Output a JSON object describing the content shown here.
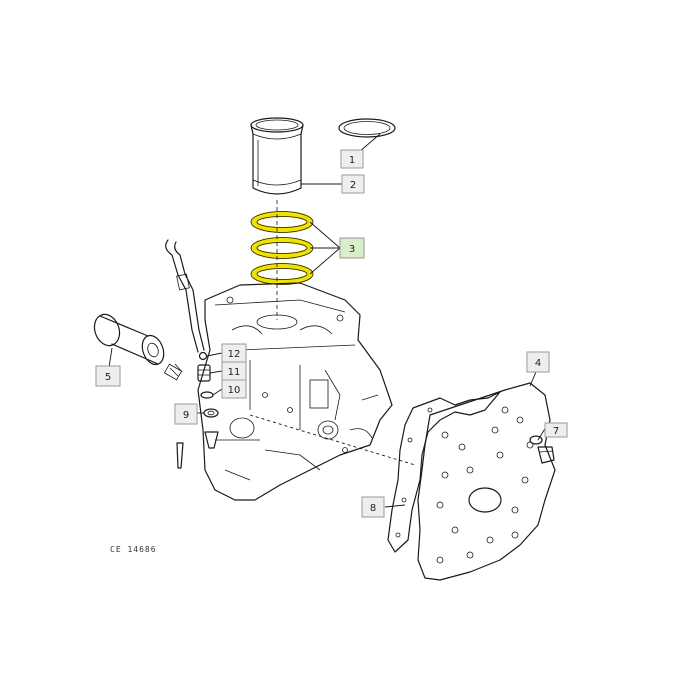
{
  "diagram": {
    "drawing_id": "CE 14686",
    "highlight_color": "#f2e200",
    "callout_fill": "#eeeeee",
    "callout_highlight_fill": "#d9efcc",
    "callouts": [
      {
        "id": "callout-1",
        "label": "1",
        "highlighted": false
      },
      {
        "id": "callout-2",
        "label": "2",
        "highlighted": false
      },
      {
        "id": "callout-3",
        "label": "3",
        "highlighted": true
      },
      {
        "id": "callout-4",
        "label": "4",
        "highlighted": false
      },
      {
        "id": "callout-5",
        "label": "5",
        "highlighted": false
      },
      {
        "id": "callout-7",
        "label": "7",
        "highlighted": false
      },
      {
        "id": "callout-8",
        "label": "8",
        "highlighted": false
      },
      {
        "id": "callout-9",
        "label": "9",
        "highlighted": false
      },
      {
        "id": "callout-10",
        "label": "10",
        "highlighted": false
      },
      {
        "id": "callout-11",
        "label": "11",
        "highlighted": false
      },
      {
        "id": "callout-12",
        "label": "12",
        "highlighted": false
      }
    ]
  }
}
